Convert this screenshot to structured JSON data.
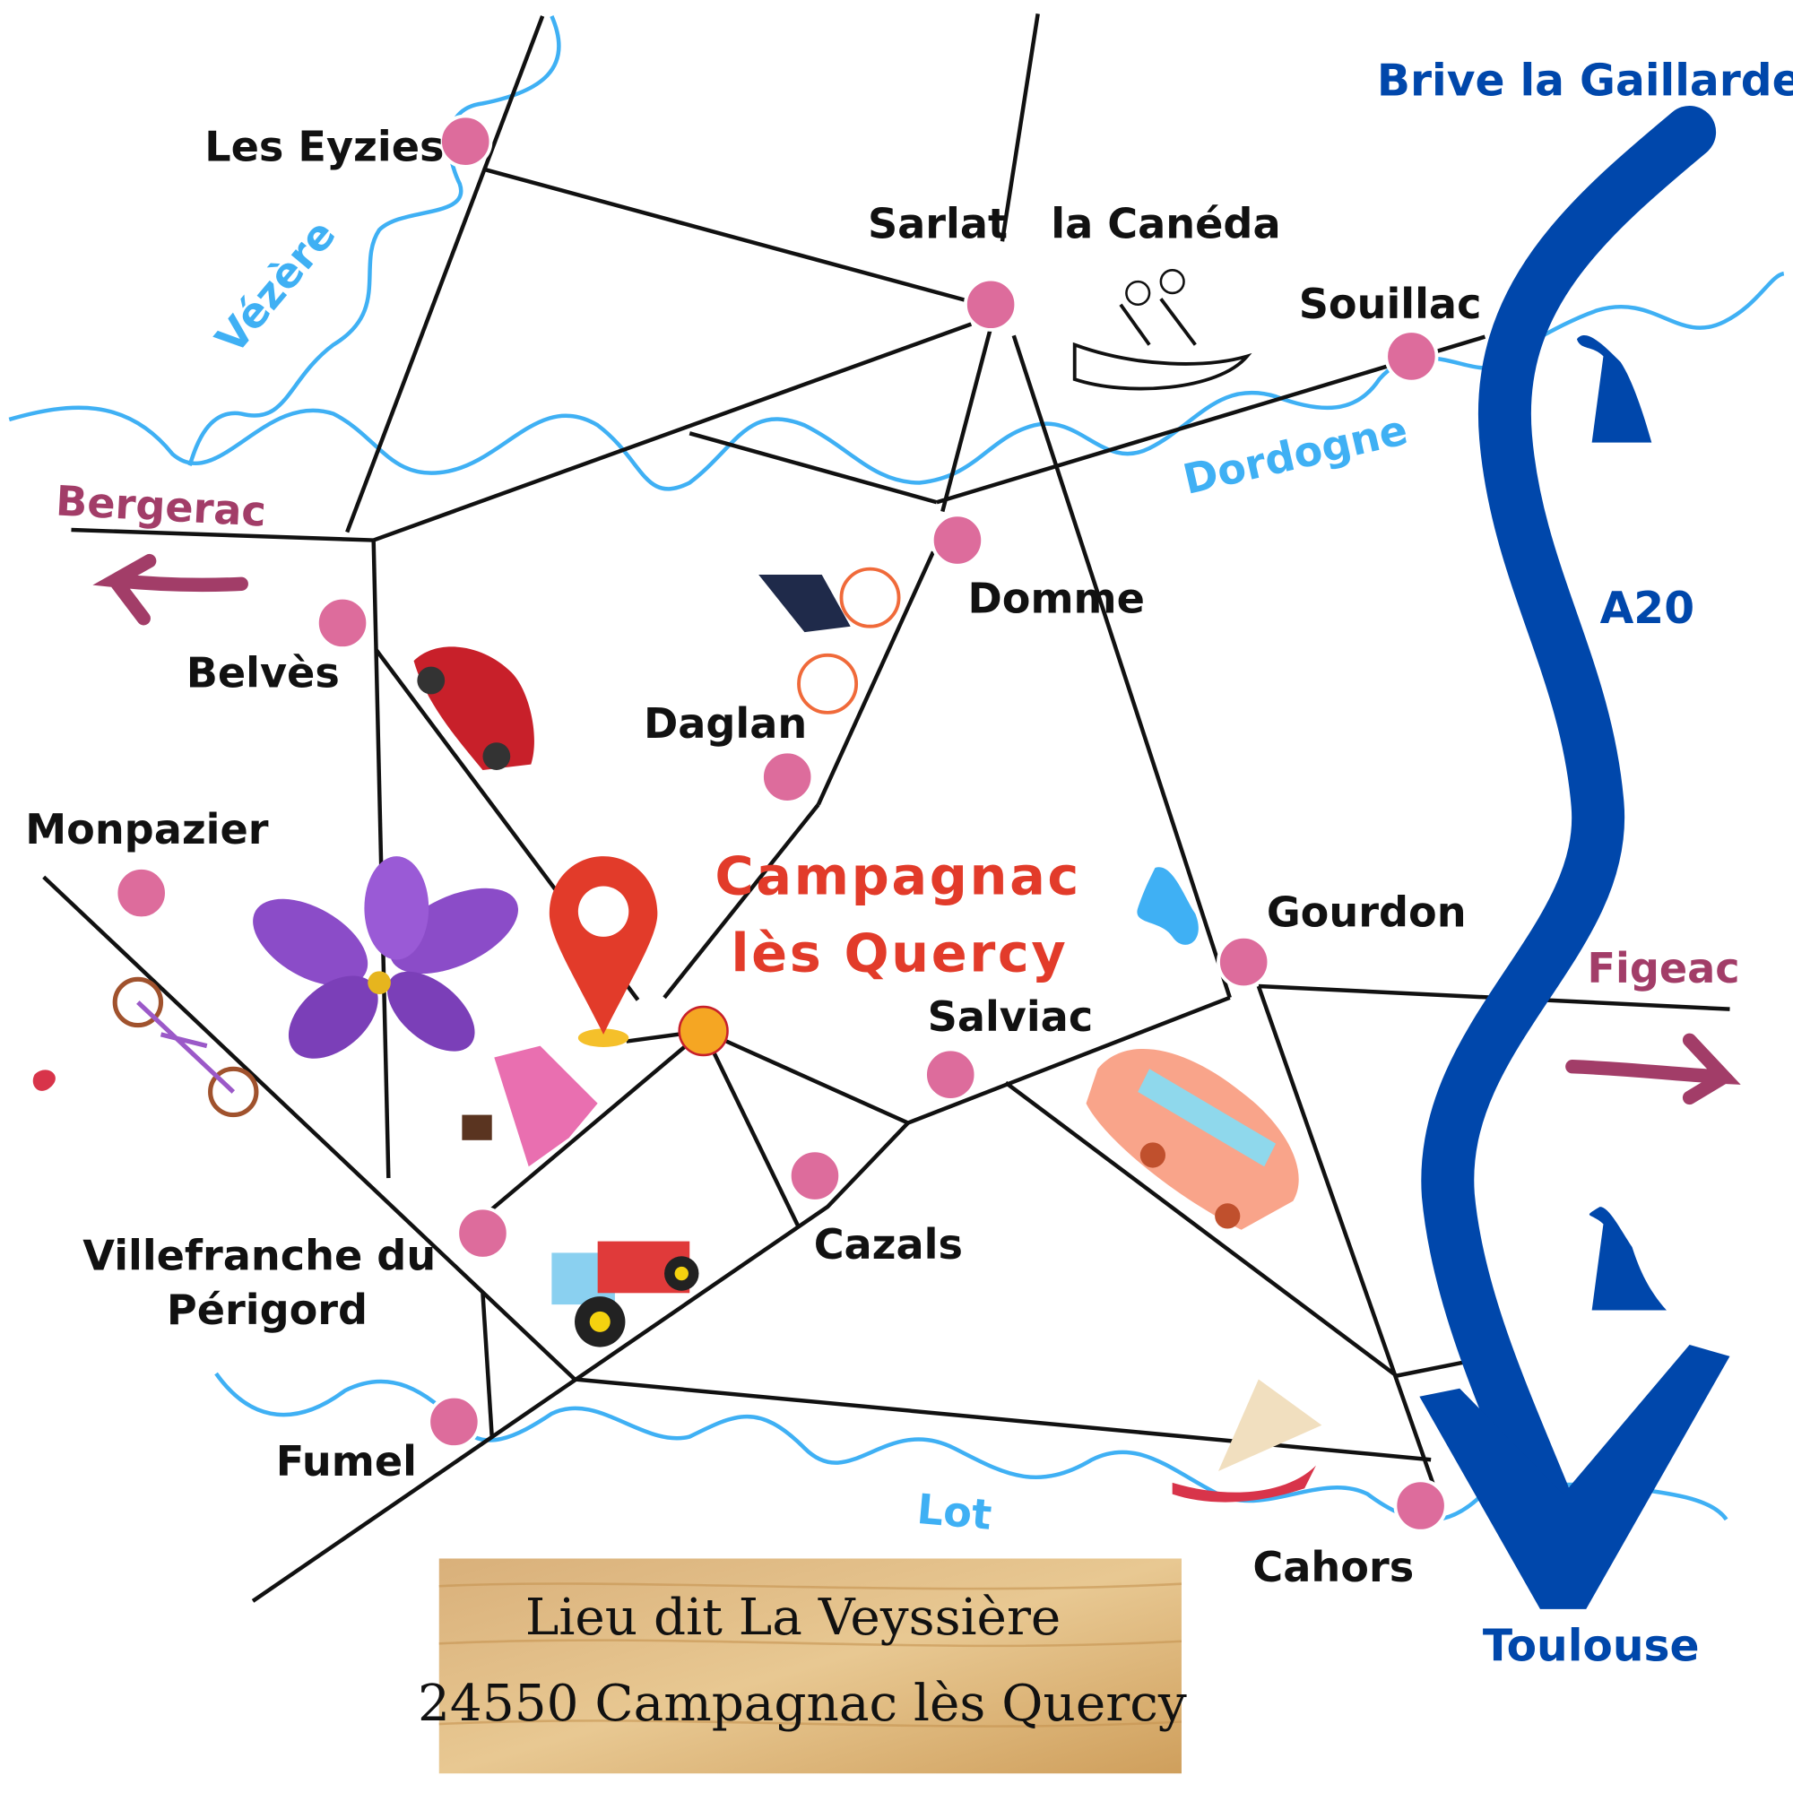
{
  "towns": {
    "les_eyzies": "Les Eyzies",
    "sarlat": "Sarlat   la Canéda",
    "souillac": "Souillac",
    "domme": "Domme",
    "belves": "Belvès",
    "daglan": "Daglan",
    "monpazier": "Monpazier",
    "gourdon": "Gourdon",
    "salviac": "Salviac",
    "cazals": "Cazals",
    "villefranche_1": "Villefranche du",
    "villefranche_2": "Périgord",
    "fumel": "Fumel",
    "cahors": "Cahors"
  },
  "destination": {
    "line1": "Campagnac",
    "line2": "lès Quercy"
  },
  "rivers": {
    "vezere": "Vézère",
    "dordogne": "Dordogne",
    "lot": "Lot"
  },
  "directions": {
    "bergerac": "Bergerac",
    "figeac": "Figeac"
  },
  "highway": {
    "name": "A20",
    "north": "Brive la Gaillarde",
    "south": "Toulouse"
  },
  "address": {
    "line1": "Lieu dit La Veyssière",
    "line2": "24550 Campagnac lès Quercy"
  },
  "colors": {
    "town": "#dd6c9c",
    "river": "#3fb0f4",
    "highway": "#0047ab",
    "pin": "#e23b2a",
    "direction": "#a23d68"
  }
}
